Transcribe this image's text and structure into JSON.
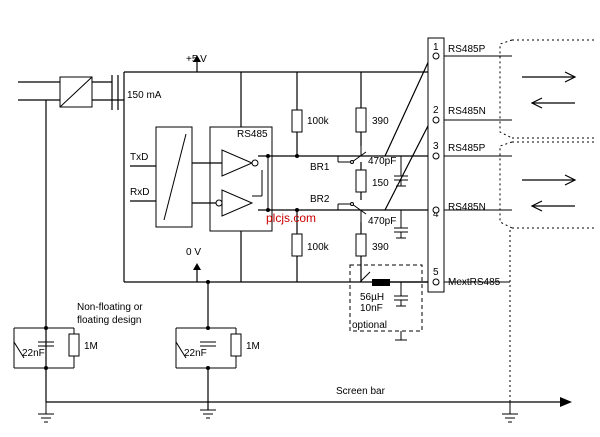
{
  "labels": {
    "supply": "+5 V",
    "current": "150 mA",
    "ground_ref": "0 V",
    "transceiver": "RS485",
    "txd": "TxD",
    "rxd": "RxD",
    "r_pullup": "100k",
    "r_pulldown": "100k",
    "r_top": "390",
    "r_bottom": "390",
    "r_term": "150",
    "br1": "BR1",
    "br2": "BR2",
    "cap_top": "470pF",
    "cap_bottom": "470pF",
    "ind": "56µH",
    "cap_opt": "10nF",
    "optional": "optional",
    "design_line1": "Non-floating or",
    "design_line2": "floating design",
    "c_left": "22nF",
    "r_left": "1M",
    "c_mid": "22nF",
    "r_mid": "1M",
    "screen_bar": "Screen bar",
    "watermark": "plcjs.com"
  },
  "connector": {
    "pins": [
      {
        "number": "1",
        "signal": "RS485P"
      },
      {
        "number": "2",
        "signal": "RS485N"
      },
      {
        "number": "3",
        "signal": "RS485P"
      },
      {
        "number": "4",
        "signal": "RS485N"
      },
      {
        "number": "5",
        "signal": "MextRS485"
      }
    ]
  }
}
